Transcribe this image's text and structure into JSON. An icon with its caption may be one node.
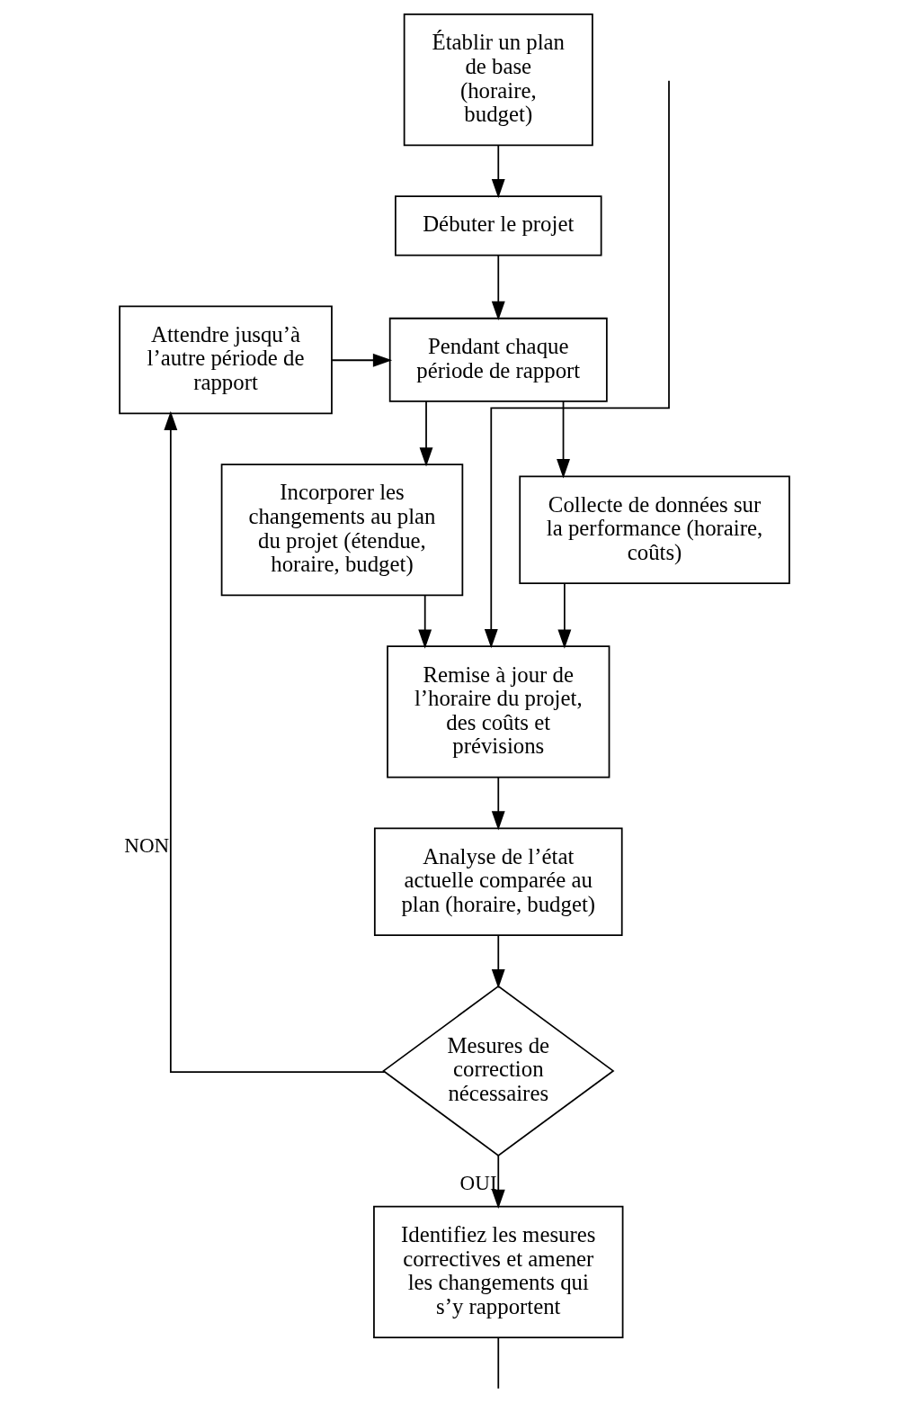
{
  "diagram": {
    "nodes": [
      {
        "text": [
          "Établir un plan de base (horaire, budget)"
        ]
      },
      {
        "text": [
          "Débuter le projet"
        ]
      },
      {
        "text": [
          "Attendre jusqu’à l’autre période de rapport"
        ]
      },
      {
        "text": [
          "Pendant chaque période de rapport"
        ]
      },
      {
        "text": [
          "Incorporer les changements au plan du projet (étendue, horaire, budget)"
        ]
      },
      {
        "text": [
          "Collecte de données sur la performance (horaire, coûts)"
        ]
      },
      {
        "text": [
          "Remise à jour de l’horaire du projet, des coûts et prévisions"
        ]
      },
      {
        "text": [
          "Analyse de l’état actuelle comparée au plan (horaire, budget)"
        ]
      },
      {
        "text": [
          "Mesures de correction nécessaires"
        ]
      },
      {
        "text": [
          "Identifiez les mesures correctives et amener les changements qui s’y rapportent"
        ]
      }
    ],
    "edges": [
      {
        "from": 0,
        "to": 1,
        "arrow": "to"
      },
      {
        "from": 1,
        "to": 3,
        "arrow": "to"
      },
      {
        "from": 2,
        "to": 3,
        "arrow": "to"
      },
      {
        "from": 3,
        "to": 5,
        "arrow": "to"
      },
      {
        "from": 3,
        "to": 4,
        "arrow": "to"
      },
      {
        "from": 5,
        "to": 6,
        "arrow": "to"
      },
      {
        "from": 4,
        "to": 6,
        "arrow": "to"
      },
      {
        "from": 6,
        "to": 7,
        "arrow": "to"
      },
      {
        "from": 7,
        "to": 8,
        "arrow": "to"
      },
      {
        "from": 8,
        "to": 2,
        "arrow": "to",
        "label": "NON"
      },
      {
        "from": 8,
        "to": 9,
        "arrow": "to",
        "label": "OUI"
      },
      {
        "from": 9,
        "to": null,
        "arrow": "none"
      },
      {
        "from": null,
        "to": 6,
        "arrow": "to"
      }
    ]
  }
}
